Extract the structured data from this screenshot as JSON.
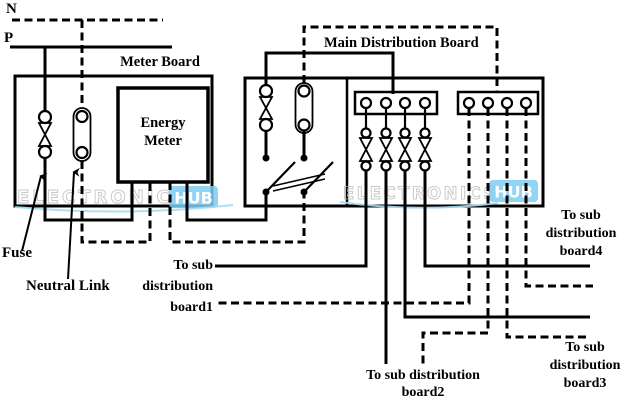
{
  "supply": {
    "neutral": "N",
    "phase": "P"
  },
  "meter_board": {
    "title": "Meter Board",
    "energy_meter": [
      "Energy",
      "Meter"
    ],
    "fuse": "Fuse",
    "neutral_link": "Neutral Link"
  },
  "main_board": {
    "title": "Main Distribution Board"
  },
  "sub_boards": {
    "board1": [
      "To sub",
      "distribution",
      "board1"
    ],
    "board2": [
      "To sub distribution",
      "board2"
    ],
    "board3": [
      "To sub",
      "distribution",
      "board3"
    ],
    "board4": [
      "To sub",
      "distribution",
      "board4"
    ]
  },
  "watermark": {
    "word": "ELECTRONICS",
    "hub": "HUB"
  },
  "colors": {
    "wire": "#000000",
    "meter_board_fill": "#ececec",
    "energy_meter_fill": "#d2d2d2",
    "distribution_board_fill": "#dcdcdc",
    "busbar_fill": "#dcdcdc",
    "watermark_accent": "#7fcdf2",
    "watermark_text": "#b9b9b9"
  }
}
